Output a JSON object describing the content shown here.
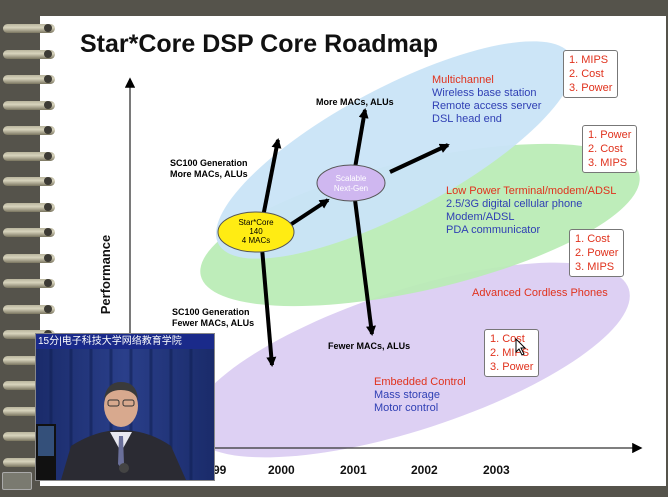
{
  "title": "Star*Core DSP Core Roadmap",
  "y_axis_label": "Performance",
  "years": [
    "99",
    "2000",
    "2001",
    "2002",
    "2003"
  ],
  "arrow_labels": {
    "up_mid_1": "SC100 Generation",
    "up_mid_2": "More MACs, ALUs",
    "down_mid_1": "SC100 Generation",
    "down_mid_2": "Fewer MACs, ALUs",
    "up_top": "More MACs, ALUs",
    "down_bottom": "Fewer MACs, ALUs"
  },
  "nodes": {
    "starcore_1": "Star*Core",
    "starcore_2": "140",
    "starcore_3": "4 MACs",
    "scalable_1": "Scalable",
    "scalable_2": "Next-Gen"
  },
  "segments": {
    "top": [
      "Multichannel",
      "Wireless base station",
      "Remote access server",
      "DSL head end"
    ],
    "middle": [
      "Low Power Terminal/modem/ADSL",
      "2.5/3G digital cellular phone",
      "Modem/ADSL",
      "PDA communicator"
    ],
    "cordless": [
      "Advanced Cordless Phones"
    ],
    "bottom": [
      "Embedded Control",
      "Mass storage",
      "Motor control"
    ]
  },
  "priority_boxes": {
    "top": [
      "1. MIPS",
      "2. Cost",
      "3. Power"
    ],
    "middle": [
      "1. Power",
      "2. Cost",
      "3. MIPS"
    ],
    "cordless": [
      "1. Cost",
      "2. Power",
      "3. MIPS"
    ],
    "bottom": [
      "1. Cost",
      "2. MIPS",
      "3. Power"
    ]
  },
  "video_caption": "15分|电子科技大学网络教育学院",
  "colors": {
    "ellipse_top": "#c9e4f7",
    "ellipse_middle": "#b9ecb4",
    "ellipse_bottom": "#ddd0f3",
    "node_starcore": "#ffec13",
    "node_scalable": "#cfb7f0",
    "segment_first": "#e0321d",
    "segment_rest": "#2f3fb4"
  }
}
